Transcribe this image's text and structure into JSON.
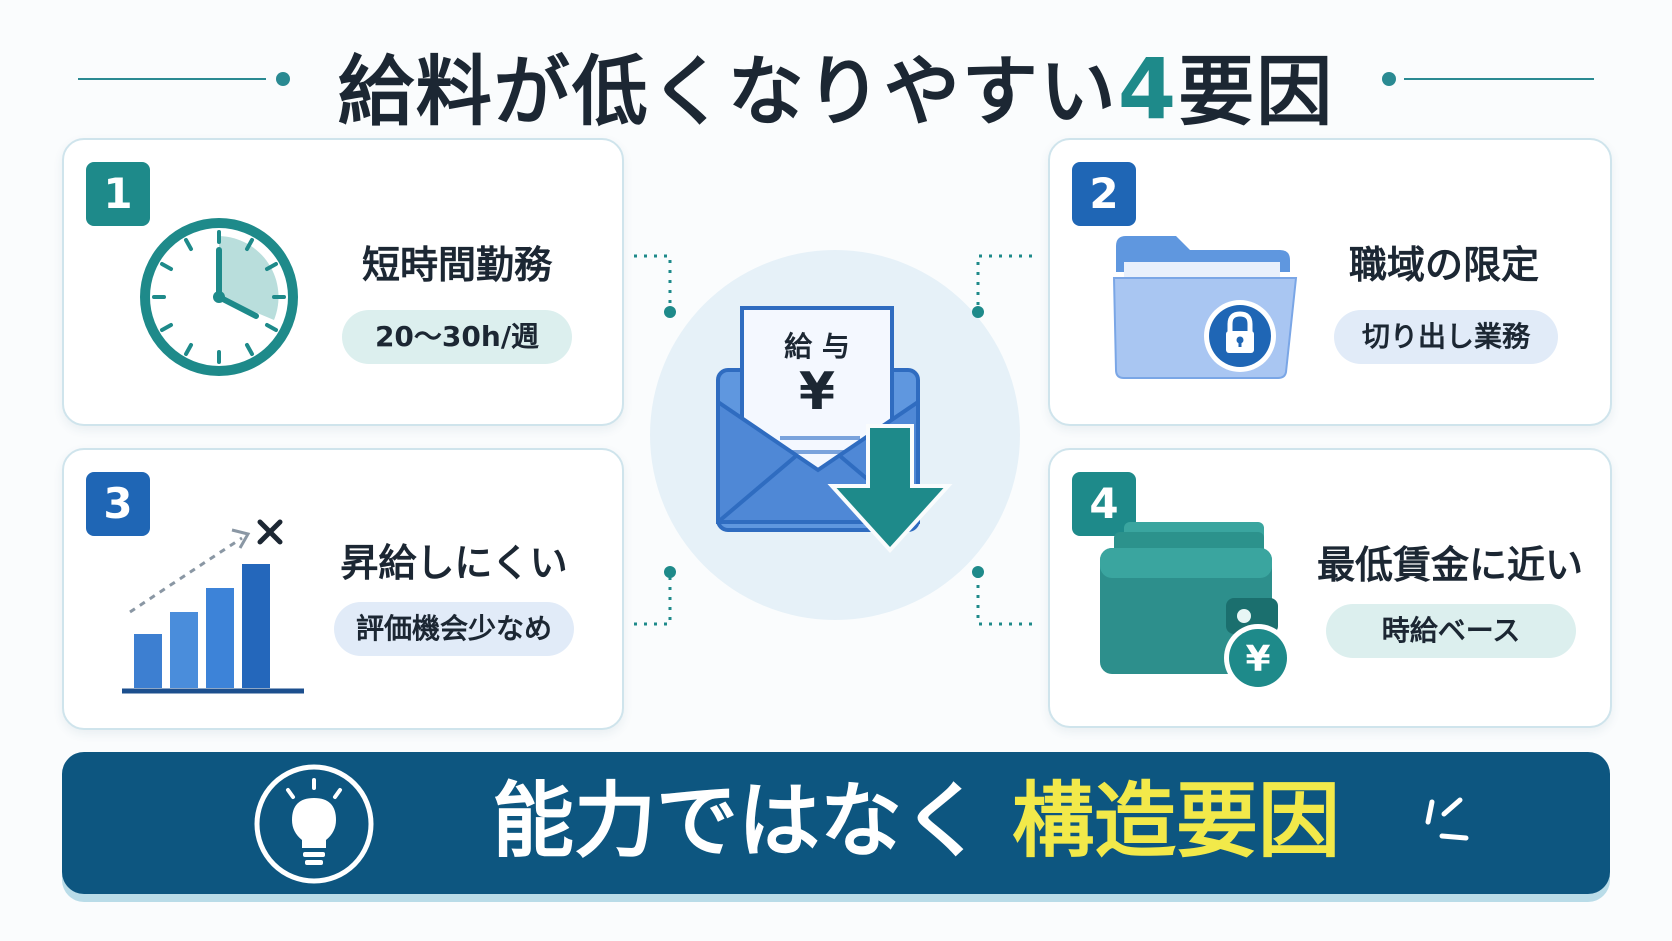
{
  "header": {
    "title_main": "給料が低くなりやすい",
    "title_number": "4",
    "title_suffix": "要因"
  },
  "center": {
    "envelope_label": "給 与",
    "yen_symbol": "¥"
  },
  "cards": [
    {
      "number": "1",
      "label": "短時間勤務",
      "tag": "20〜30h/週",
      "icon": "clock-icon"
    },
    {
      "number": "2",
      "label": "職域の限定",
      "tag": "切り出し業務",
      "icon": "locked-folder-icon"
    },
    {
      "number": "3",
      "label": "昇給しにくい",
      "tag": "評価機会少なめ",
      "icon": "bar-chart-blocked-icon"
    },
    {
      "number": "4",
      "label": "最低賃金に近い",
      "tag": "時給ベース",
      "icon": "wallet-yen-icon"
    }
  ],
  "banner": {
    "text": "能力ではなく",
    "highlight": "構造要因",
    "icon": "lightbulb-icon"
  },
  "colors": {
    "teal": "#1e8a8a",
    "blue": "#1f66b5",
    "navy": "#0d5680",
    "highlight_yellow": "#f2e94a"
  }
}
